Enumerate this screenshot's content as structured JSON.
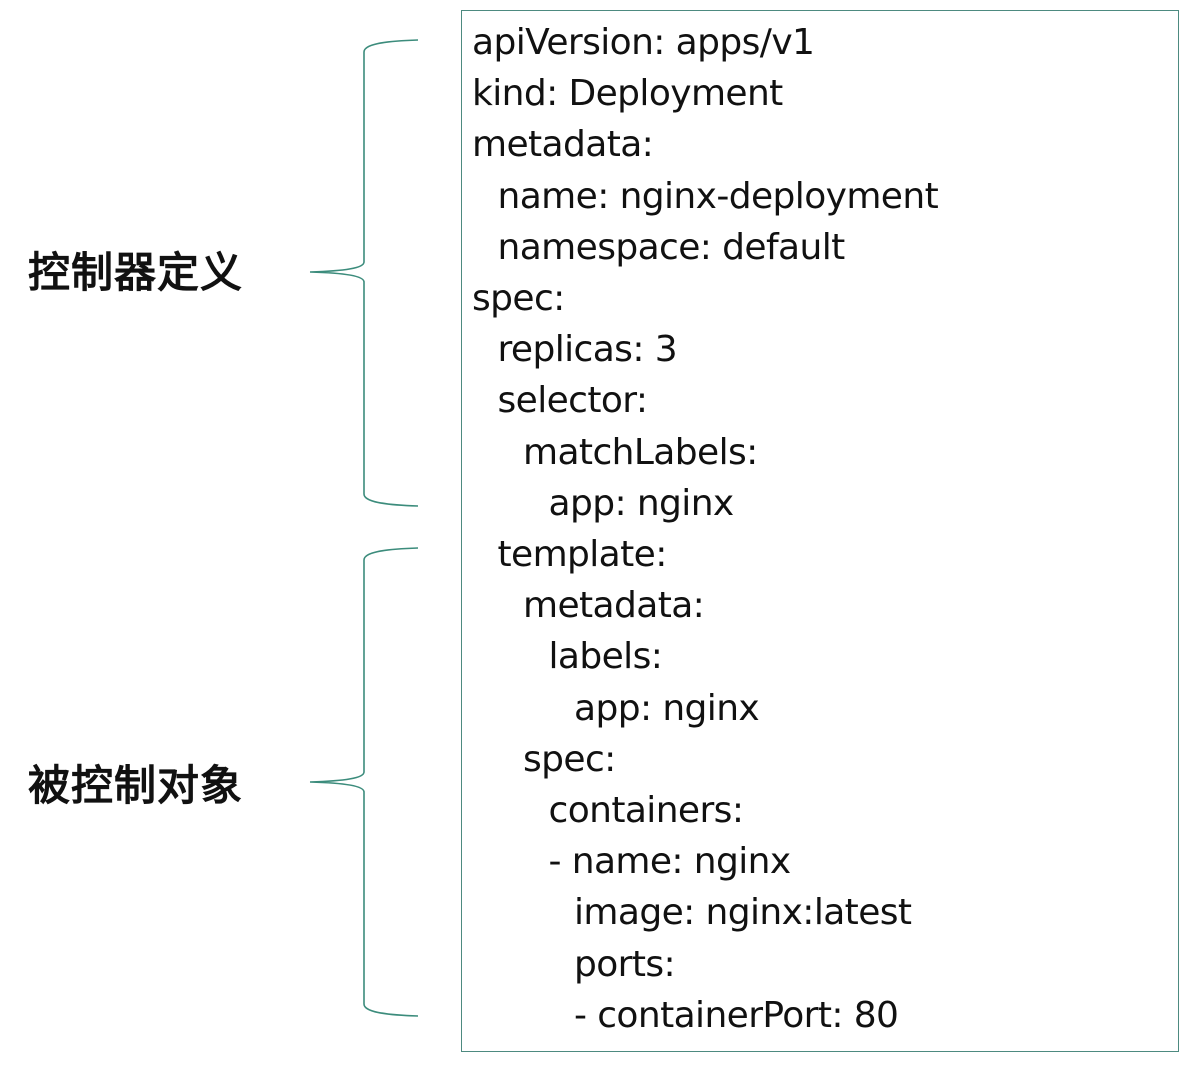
{
  "diagram": {
    "labels": [
      {
        "text": "控制器定义",
        "brace_covers_lines": "1-10"
      },
      {
        "text": "被控制对象",
        "brace_covers_lines": "11-20"
      }
    ],
    "accent_color": "#3c8c7c",
    "code_lines": [
      {
        "indent": 0,
        "text": "apiVersion: apps/v1"
      },
      {
        "indent": 0,
        "text": "kind: Deployment"
      },
      {
        "indent": 0,
        "text": "metadata:"
      },
      {
        "indent": 1,
        "text": "name: nginx-deployment"
      },
      {
        "indent": 1,
        "text": "namespace: default"
      },
      {
        "indent": 0,
        "text": "spec:"
      },
      {
        "indent": 1,
        "text": "replicas: 3"
      },
      {
        "indent": 1,
        "text": "selector:"
      },
      {
        "indent": 2,
        "text": "matchLabels:"
      },
      {
        "indent": 3,
        "text": "app: nginx"
      },
      {
        "indent": 1,
        "text": "template:"
      },
      {
        "indent": 2,
        "text": "metadata:"
      },
      {
        "indent": 3,
        "text": "labels:"
      },
      {
        "indent": 4,
        "text": "app: nginx"
      },
      {
        "indent": 2,
        "text": "spec:"
      },
      {
        "indent": 3,
        "text": "containers:"
      },
      {
        "indent": 3,
        "text": "- name: nginx"
      },
      {
        "indent": 4,
        "text": "image: nginx:latest"
      },
      {
        "indent": 4,
        "text": "ports:"
      },
      {
        "indent": 4,
        "text": "- containerPort: 80"
      }
    ]
  }
}
